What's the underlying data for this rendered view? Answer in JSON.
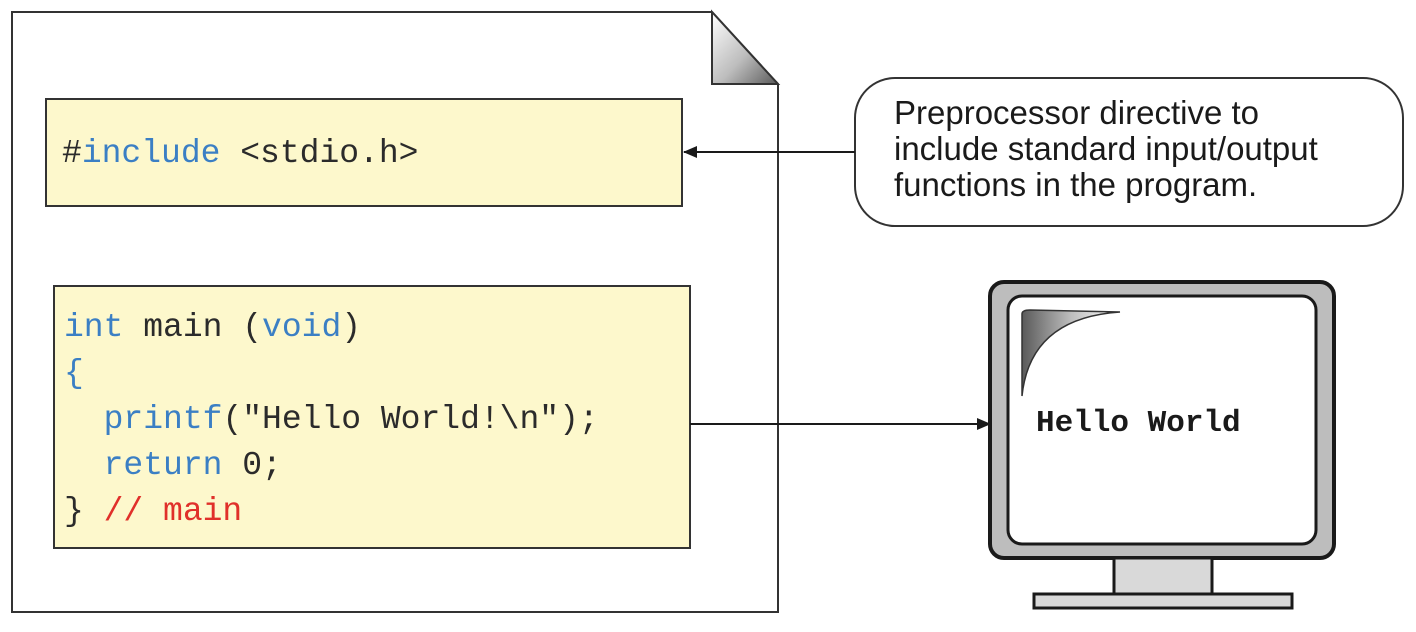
{
  "colors": {
    "keyword": "#3b7fc4",
    "plain": "#2b2b2b",
    "comment": "#e0302a",
    "code_box_fill": "#fdf8cc",
    "outline": "#333333"
  },
  "include_block": {
    "directive": "#",
    "keyword": "include",
    "header": " <stdio.h>"
  },
  "main_block": {
    "line1": {
      "type_kw": "int",
      "mid": " main (",
      "param_kw": "void",
      "close": ")"
    },
    "line2": {
      "brace": "{"
    },
    "line3": {
      "indent": "  ",
      "fn": "printf",
      "args": "(\"Hello World!\\n\");"
    },
    "line4": {
      "indent": "  ",
      "kw": "return",
      "rest": " 0;"
    },
    "line5": {
      "brace": "} ",
      "comment": "// main"
    }
  },
  "callout": {
    "lines": [
      "Preprocessor directive to",
      "include standard input/output",
      "functions in the program."
    ]
  },
  "monitor": {
    "screen_text": "Hello World"
  }
}
